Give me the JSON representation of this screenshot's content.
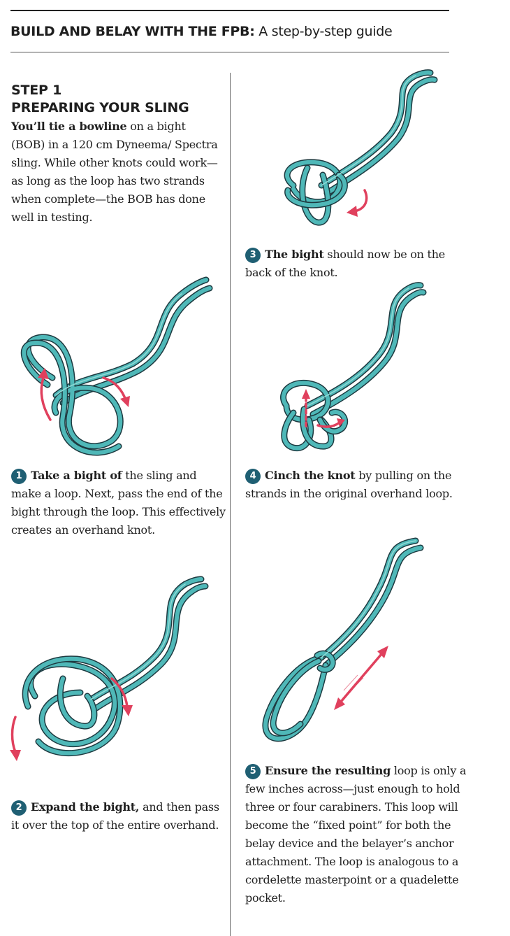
{
  "header": {
    "bold": "BUILD AND BELAY WITH THE FPB:",
    "rest": " A step-by-step guide"
  },
  "intro": {
    "title_line1": "STEP 1",
    "title_line2": "PREPARING YOUR SLING",
    "lead_bold": "You’ll tie a bowline",
    "text": " on a bight (BOB) in a 120 cm Dyneema/ Spectra sling. While other knots could work—as long as the loop has two strands when complete—the BOB has done well in testing."
  },
  "steps": [
    {
      "num": "1",
      "bold": "Take a bight of",
      "text": " the sling and make a loop. Next, pass the end of the bight through the loop. This effectively creates an overhand knot."
    },
    {
      "num": "2",
      "bold": "Expand the bight,",
      "text": " and then pass it over the top of the entire overhand."
    },
    {
      "num": "3",
      "bold": "The bight",
      "text": " should now be on the back of the knot."
    },
    {
      "num": "4",
      "bold": "Cinch the knot",
      "text": " by pulling on the strands in the original overhand loop."
    },
    {
      "num": "5",
      "bold": "Ensure the resulting",
      "text": " loop is only a few inches across—just enough to hold three or four carabiners. This loop will become the “fixed point” for both the belay device and the belayer’s anchor attachment. The loop is analogous to a cordelette masterpoint or a quadelette pocket."
    }
  ],
  "colors": {
    "rope": "#4fb8b8",
    "rope_outline": "#1d3a40",
    "arrow": "#e0405d",
    "badge": "#1f5f73"
  }
}
